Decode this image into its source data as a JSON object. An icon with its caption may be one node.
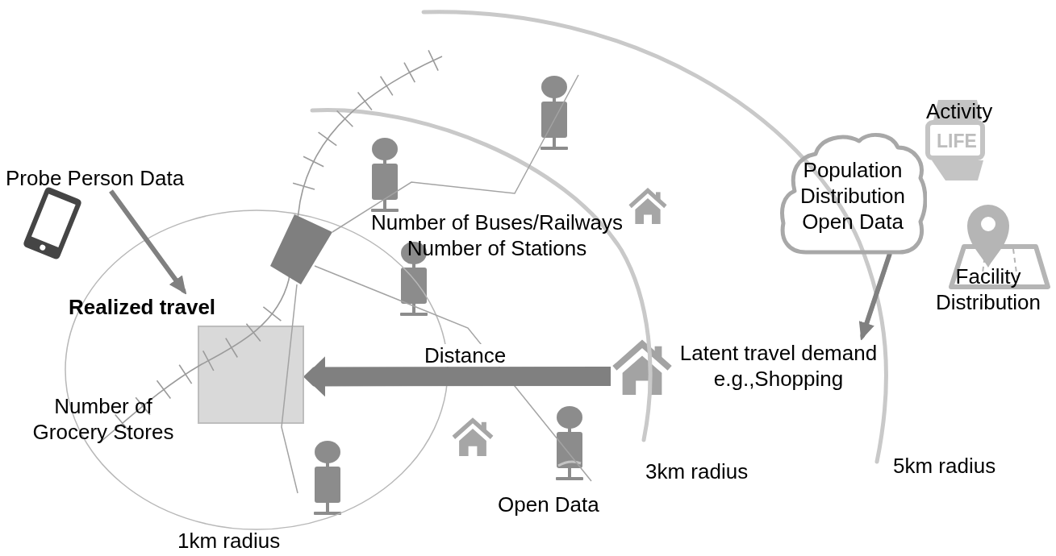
{
  "diagram": {
    "nodes": [
      {
        "text": [
          "Probe Person Data"
        ]
      },
      {
        "text": [
          "Population Distribution Open Data"
        ]
      },
      {
        "text": [
          "Realized travel"
        ]
      },
      {
        "text": [],
        "shape": "box",
        "beside": [
          "Number of Grocery Stores"
        ]
      },
      {
        "text": [],
        "shape": "house"
      },
      {
        "text": [
          "Latent travel demand e.g.,Shopping"
        ]
      }
    ],
    "edges": [
      {
        "from": 0,
        "to": 2,
        "arrow": "to"
      },
      {
        "from": 1,
        "to": 5,
        "arrow": "to"
      },
      {
        "from": 4,
        "to": 3,
        "arrow": "to",
        "label": "Distance",
        "style": "thick"
      }
    ],
    "labels": [
      "Activity",
      "LIFE",
      "Number of Buses/Railways Number of Stations",
      "Facility Distribution",
      "5km radius",
      "3km radius",
      "Open Data",
      "1km radius"
    ]
  }
}
